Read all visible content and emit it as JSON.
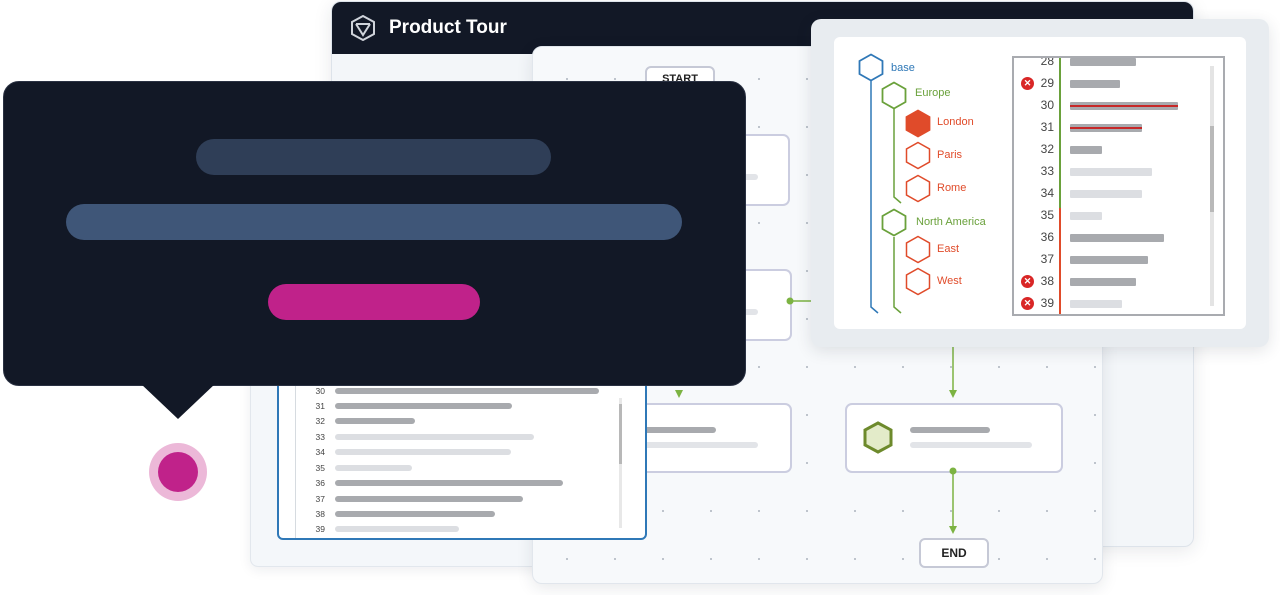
{
  "window": {
    "title": "Product Tour",
    "logo_icon": "hexagon-logo-icon"
  },
  "flow": {
    "start_label": "START",
    "end_label": "END"
  },
  "tree": {
    "root": "base",
    "groups": [
      {
        "label": "Europe",
        "children": [
          "London",
          "Paris",
          "Rome"
        ]
      },
      {
        "label": "North America",
        "children": [
          "East",
          "West"
        ]
      }
    ],
    "selected": "London"
  },
  "code_lines": [
    {
      "num": "28",
      "error": false
    },
    {
      "num": "29",
      "error": true
    },
    {
      "num": "30",
      "error": false
    },
    {
      "num": "31",
      "error": false
    },
    {
      "num": "32",
      "error": false
    },
    {
      "num": "33",
      "error": false
    },
    {
      "num": "34",
      "error": false
    },
    {
      "num": "35",
      "error": false
    },
    {
      "num": "36",
      "error": false
    },
    {
      "num": "37",
      "error": false
    },
    {
      "num": "38",
      "error": true
    },
    {
      "num": "39",
      "error": true
    }
  ],
  "list_lines": [
    "30",
    "31",
    "32",
    "33",
    "34",
    "35",
    "36",
    "37",
    "38",
    "39"
  ],
  "colors": {
    "accent": "#c0228a",
    "dark": "#121826",
    "blue": "#2f78b7",
    "green": "#6aa13b",
    "orange": "#e04b2a",
    "error": "#d92626"
  }
}
